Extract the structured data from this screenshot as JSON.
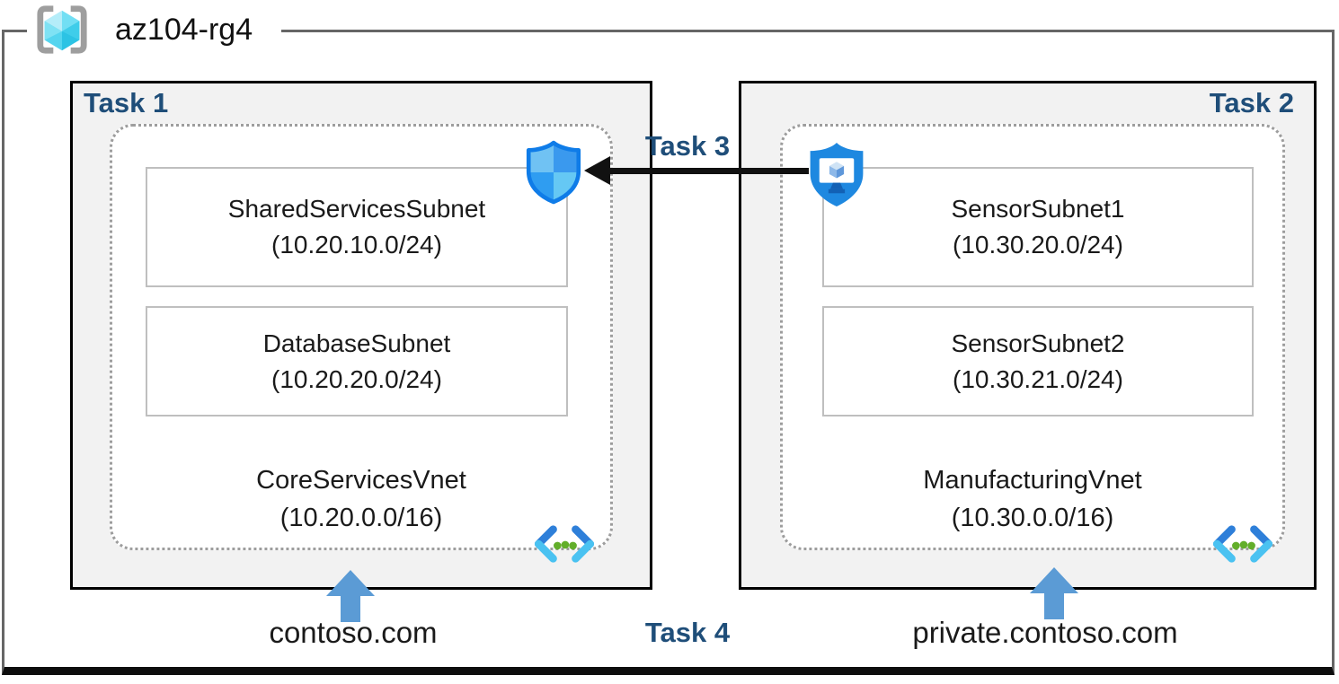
{
  "header": {
    "resource_group_name": "az104-rg4"
  },
  "task_labels": {
    "task1": "Task 1",
    "task2": "Task 2",
    "task3": "Task 3",
    "task4": "Task 4"
  },
  "vnet1": {
    "name": "CoreServicesVnet",
    "cidr": "(10.20.0.0/16)",
    "dns_label": "contoso.com",
    "subnet1": {
      "name": "SharedServicesSubnet",
      "cidr": "(10.20.10.0/24)"
    },
    "subnet2": {
      "name": "DatabaseSubnet",
      "cidr": "(10.20.20.0/24)"
    }
  },
  "vnet2": {
    "name": "ManufacturingVnet",
    "cidr": "(10.30.0.0/16)",
    "dns_label": "private.contoso.com",
    "subnet1": {
      "name": "SensorSubnet1",
      "cidr": "(10.30.20.0/24)"
    },
    "subnet2": {
      "name": "SensorSubnet2",
      "cidr": "(10.30.21.0/24)"
    }
  },
  "icons": {
    "resource_group": "resource-group-icon",
    "nsg_shield": "network-security-shield-icon",
    "bastion_shield": "bastion-shield-icon",
    "virtual_network": "virtual-network-icon",
    "up_arrow": "up-arrow-icon",
    "peering_arrow": "left-arrow"
  },
  "colors": {
    "task_label": "#1F4E79",
    "box_fill": "#F2F2F2",
    "box_border": "#000000",
    "dotted_border": "#9D9D9D",
    "subnet_border": "#BFBFBF",
    "up_arrow": "#5B9BD5",
    "arrow_black": "#111111",
    "vnet_icon_dark_blue": "#2E7FD9",
    "vnet_icon_cyan": "#4AC2F1",
    "vnet_icon_green": "#62AE2A",
    "shield_fill_blue": "#1E88E0",
    "shield_outline_blue": "#0F7CE8"
  }
}
